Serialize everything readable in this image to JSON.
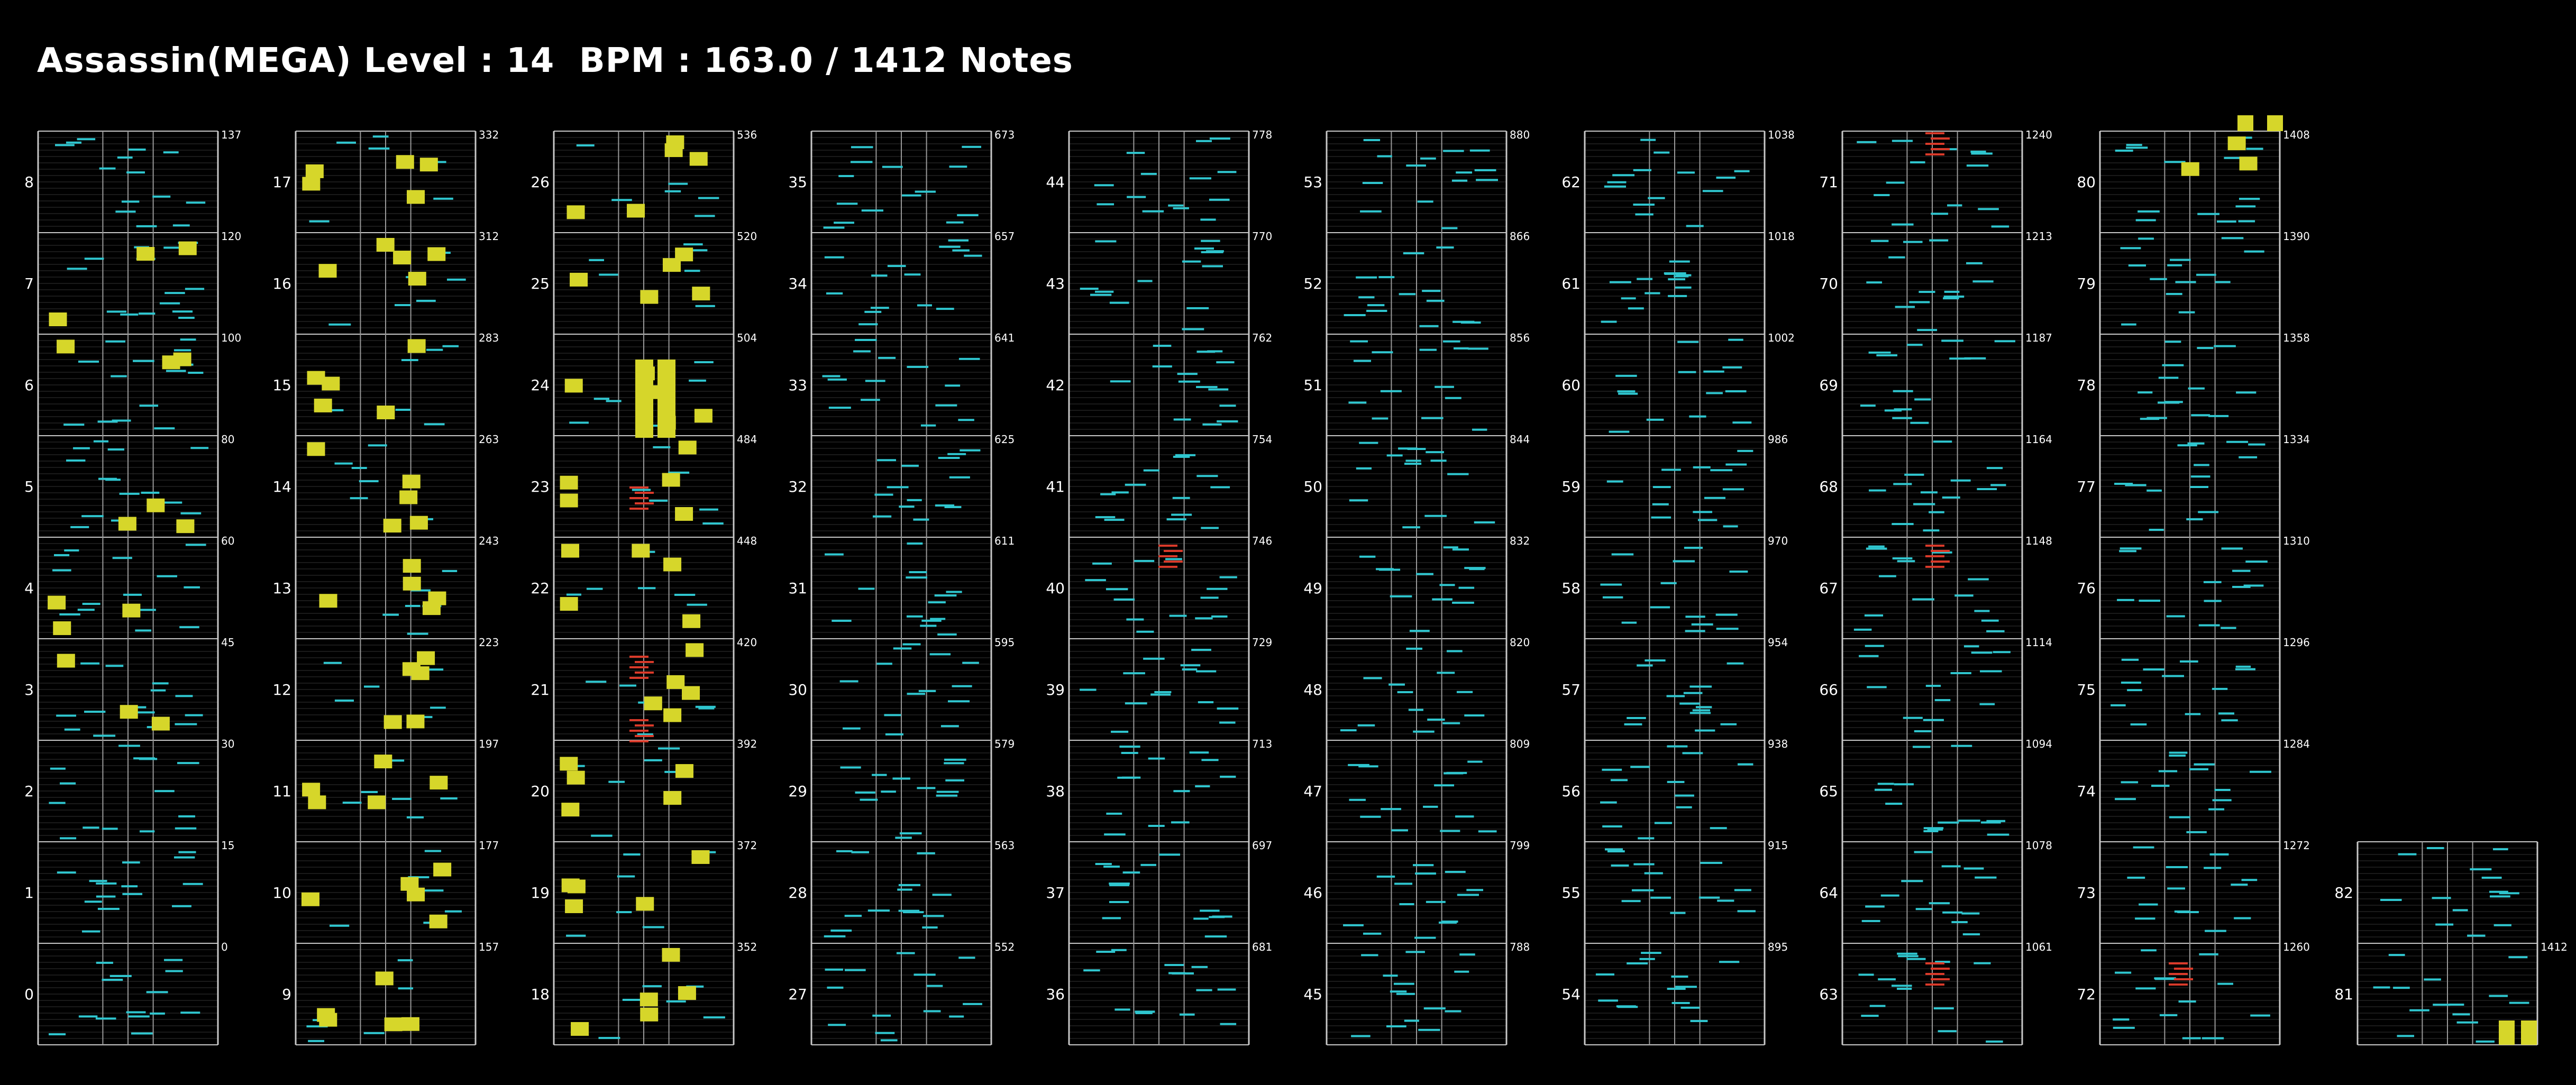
{
  "header": {
    "title": "Assassin(MEGA) Level : 14  BPM : 163.0 / 1412 Notes"
  },
  "colors": {
    "background": "#000000",
    "frame": "#c8c8c8",
    "gridline": "#555555",
    "tap": "#2fc6cf",
    "hold": "#d6d62a",
    "slide": "#d93a2a",
    "labels": "#ffffff"
  },
  "columns": [
    {
      "measures": [
        0,
        1,
        2,
        3,
        4,
        5,
        6,
        7,
        8
      ],
      "note_counts": [
        "0",
        "15",
        "30",
        "45",
        "60",
        "80",
        "100",
        "120",
        "137"
      ]
    },
    {
      "measures": [
        9,
        10,
        11,
        12,
        13,
        14,
        15,
        16,
        17
      ],
      "note_counts": [
        "157",
        "177",
        "197",
        "223",
        "243",
        "263",
        "283",
        "312",
        "332"
      ]
    },
    {
      "measures": [
        18,
        19,
        20,
        21,
        22,
        23,
        24,
        25,
        26
      ],
      "note_counts": [
        "352",
        "372",
        "392",
        "420",
        "448",
        "484",
        "504",
        "520",
        "536"
      ]
    },
    {
      "measures": [
        27,
        28,
        29,
        30,
        31,
        32,
        33,
        34,
        35
      ],
      "note_counts": [
        "552",
        "563",
        "579",
        "595",
        "611",
        "625",
        "641",
        "657",
        "673"
      ]
    },
    {
      "measures": [
        36,
        37,
        38,
        39,
        40,
        41,
        42,
        43,
        44
      ],
      "note_counts": [
        "681",
        "697",
        "713",
        "729",
        "746",
        "754",
        "762",
        "770",
        "778"
      ]
    },
    {
      "measures": [
        45,
        46,
        47,
        48,
        49,
        50,
        51,
        52,
        53
      ],
      "note_counts": [
        "788",
        "799",
        "809",
        "820",
        "832",
        "844",
        "856",
        "866",
        "880"
      ]
    },
    {
      "measures": [
        54,
        55,
        56,
        57,
        58,
        59,
        60,
        61,
        62
      ],
      "note_counts": [
        "895",
        "915",
        "938",
        "954",
        "970",
        "986",
        "1002",
        "1018",
        "1038"
      ]
    },
    {
      "measures": [
        63,
        64,
        65,
        66,
        67,
        68,
        69,
        70,
        71
      ],
      "note_counts": [
        "1061",
        "1078",
        "1094",
        "1114",
        "1148",
        "1164",
        "1187",
        "1213",
        "1240"
      ]
    },
    {
      "measures": [
        72,
        73,
        74,
        75,
        76,
        77,
        78,
        79,
        80
      ],
      "note_counts": [
        "1260",
        "1272",
        "1284",
        "1296",
        "1310",
        "1334",
        "1358",
        "1390",
        "1408"
      ]
    },
    {
      "measures": [
        81,
        82
      ],
      "note_counts": [
        "1412"
      ]
    }
  ]
}
